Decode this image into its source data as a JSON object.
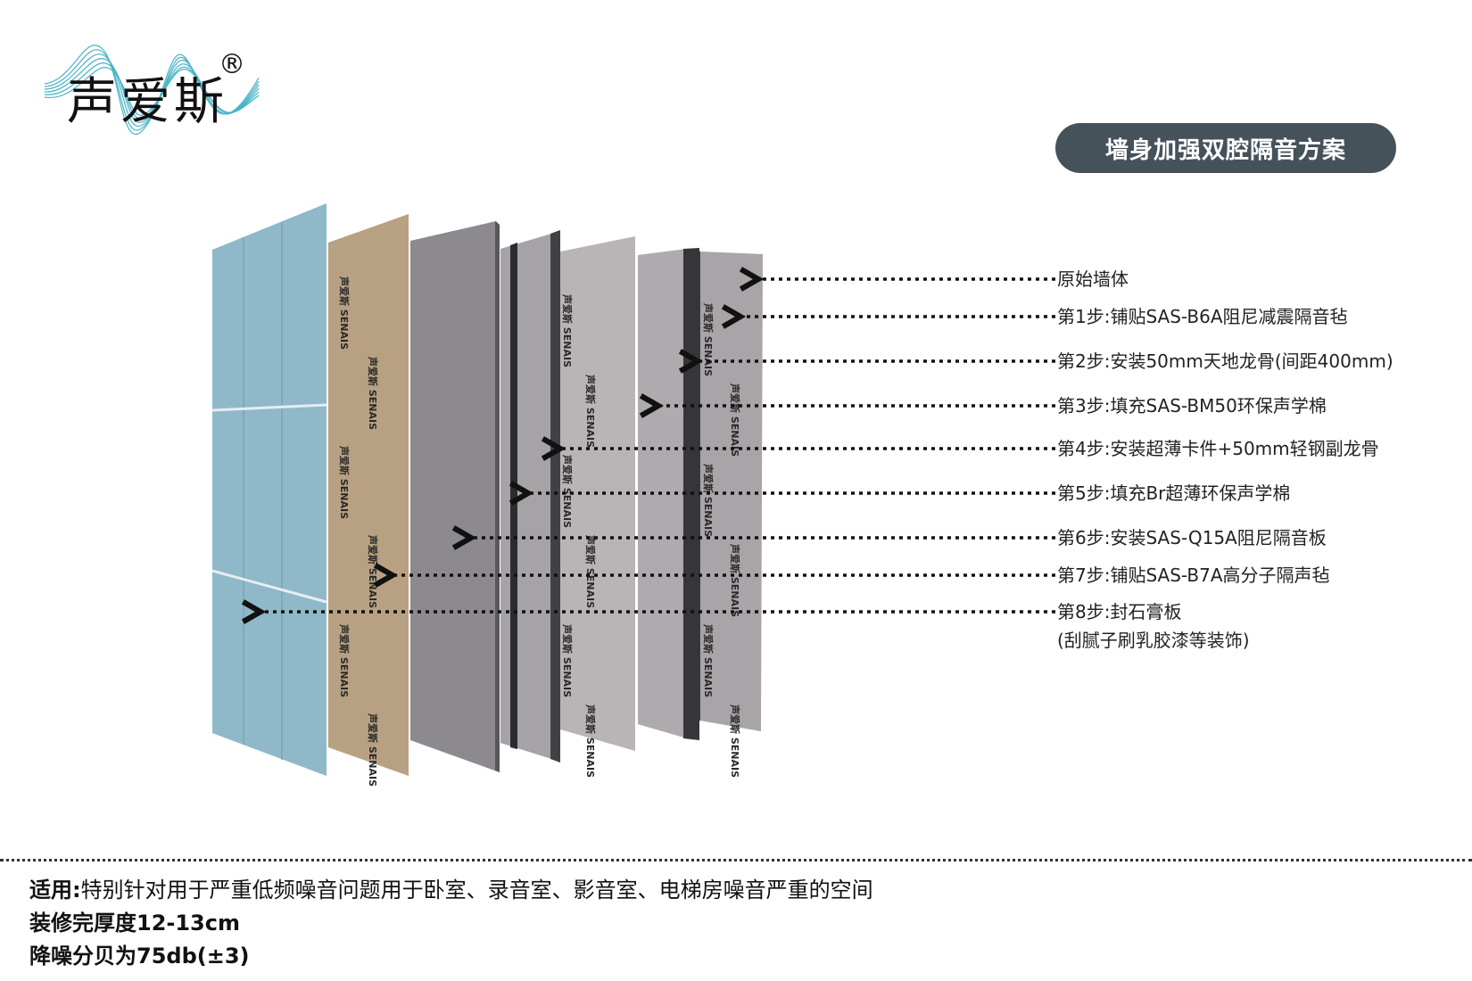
{
  "logo": {
    "text": "声爱斯",
    "mark": "®"
  },
  "title": "墙身加强双腔隔音方案",
  "labels": [
    {
      "text": "原始墙体"
    },
    {
      "text": "第1步:铺贴SAS-B6A阻尼减震隔音毡"
    },
    {
      "text": "第2步:安装50mm天地龙骨(间距400mm)"
    },
    {
      "text": "第3步:填充SAS-BM50环保声学棉"
    },
    {
      "text": "第4步:安装超薄卡件+50mm轻钢副龙骨"
    },
    {
      "text": "第5步:填充Br超薄环保声学棉"
    },
    {
      "text": "第6步:安装SAS-Q15A阻尼隔音板"
    },
    {
      "text": "第7步:铺贴SAS-B7A高分子隔声毡"
    },
    {
      "text": "第8步:封石膏板",
      "sub": "(刮腻子刷乳胶漆等装饰)"
    }
  ],
  "panel_brand": {
    "cn": "声爱斯",
    "en": "SENAIS"
  },
  "footer": {
    "usage_label": "适用:",
    "usage_text": "特别针对用于严重低频噪音问题用于卧室、录音室、影音室、电梯房噪音严重的空间",
    "thickness": "装修完厚度12-13cm",
    "reduction": "降噪分贝为75db(±3)"
  },
  "colors": {
    "pill": "#46525a",
    "gypsum": "#8fb8c8",
    "felt": "#b8a182",
    "board": "#8c898f",
    "cotton": "#b2adb0",
    "stud": "#3b3b3f"
  }
}
